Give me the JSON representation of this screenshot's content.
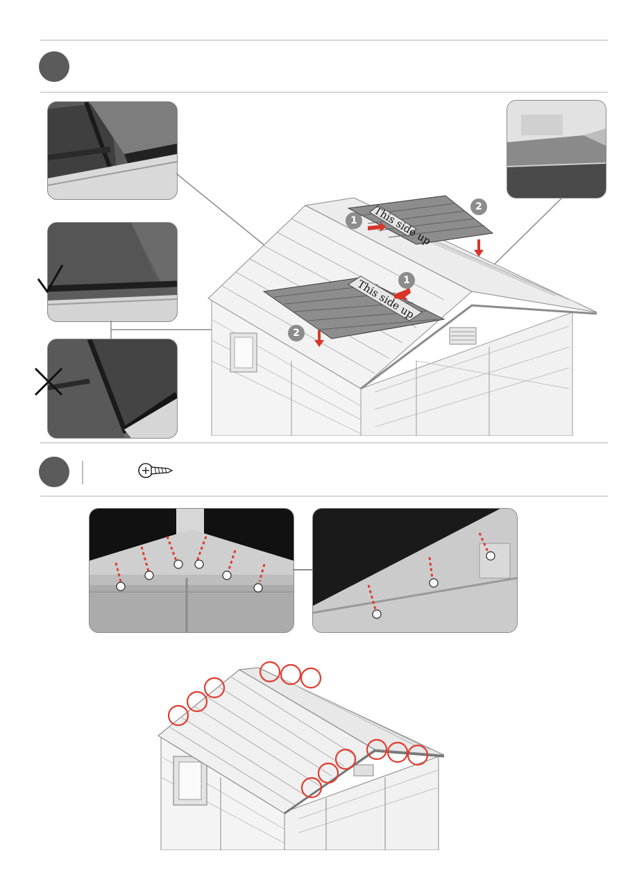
{
  "header_step": {
    "badge": ""
  },
  "screw_step": {
    "badge": "",
    "icon": "screw-icon"
  },
  "callouts": {
    "numbers": [
      "1",
      "2",
      "1",
      "2"
    ],
    "sticker_text": "This side up"
  },
  "validity": {
    "correct": "check-icon",
    "incorrect": "cross-icon"
  },
  "colors": {
    "arrow": "#d8352a",
    "badge": "#8c8c8c",
    "screw_marker": "#e03b2f"
  }
}
